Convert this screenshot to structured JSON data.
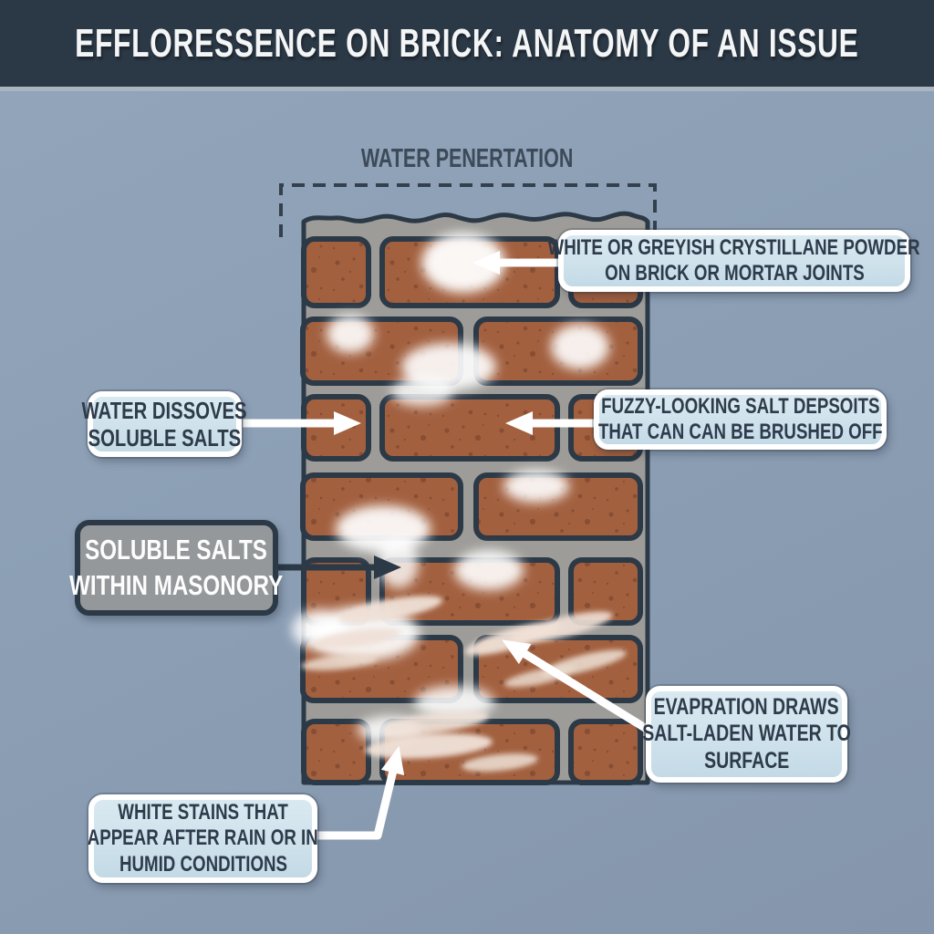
{
  "header": {
    "title": "EFFLORESSENCE ON BRICK: ANATOMY OF AN ISSUE"
  },
  "diagram": {
    "zone_label": "WATER PENERTATION",
    "callouts": {
      "powder": {
        "line1": "WHITE OR GREYISH CRYSTILLANE POWDER",
        "line2": "ON BRICK OR MORTAR JOINTS"
      },
      "dissolve": {
        "line1": "WATER DISSOVES",
        "line2": "SOLUBLE SALTS"
      },
      "fuzzy": {
        "line1": "FUZZY-LOOKING SALT DEPSOITS",
        "line2": "THAT CAN CAN BE BRUSHED OFF"
      },
      "soluble": {
        "line1": "SOLUBLE SALTS",
        "line2": "WITHIN MASONORY"
      },
      "evaporation": {
        "line1": "EVAPRATION DRAWS",
        "line2": "SALT-LADEN WATER TO",
        "line3": "SURFACE"
      },
      "stains": {
        "line1": "WHITE STAINS THAT",
        "line2": "APPEAR AFTER RAIN OR IN",
        "line3": "HUMID CONDITIONS"
      }
    }
  },
  "colors": {
    "header-bg": "#2b3845",
    "page-bg": "#8c9fb5",
    "brick": "#a2603f",
    "brick-speck": "#71402a",
    "mortar": "#9d9c98",
    "outline": "#2c3947",
    "callout-fill": "#cfe2ec",
    "callout-border": "#ffffff",
    "graybox-fill": "#94989b",
    "label-text": "#2e3b4a",
    "arrow": "#ffffff",
    "efflorescence": "#ffffff"
  }
}
